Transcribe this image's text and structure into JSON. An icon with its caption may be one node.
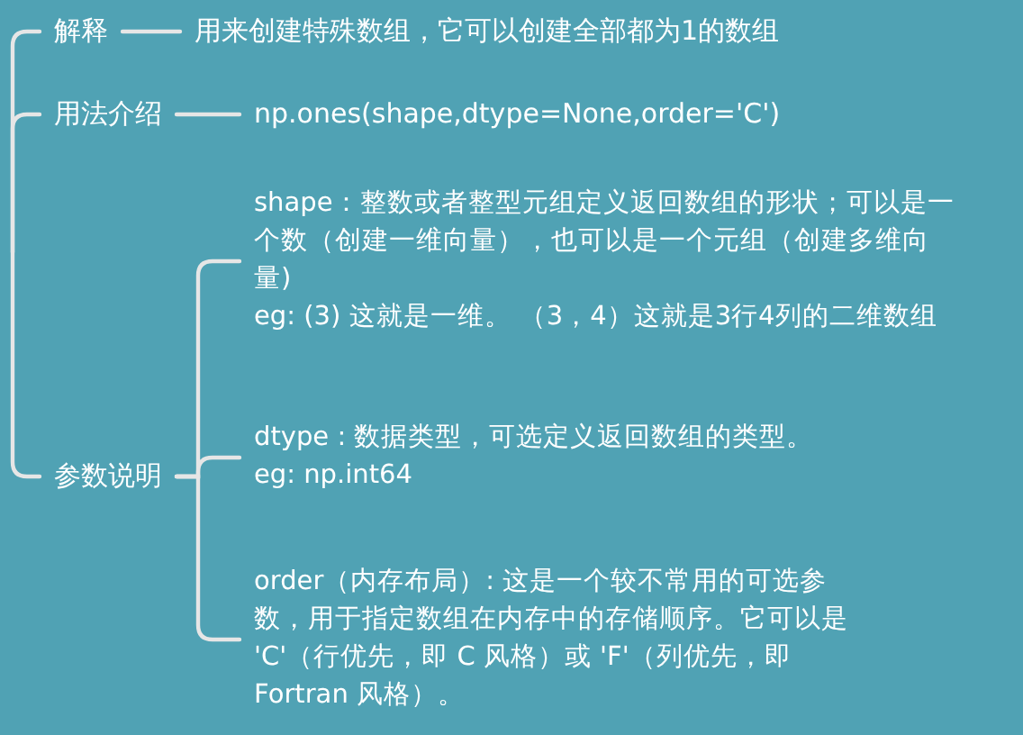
{
  "diagram": {
    "nodes": [
      {
        "text": [
          "解释"
        ]
      },
      {
        "text": [
          "用来创建特殊数组，它可以创建全部都为1的数组"
        ]
      },
      {
        "text": [
          "用法介绍"
        ]
      },
      {
        "text": [
          "np.ones(shape,dtype=None,order='C')"
        ]
      },
      {
        "text": [
          "参数说明"
        ]
      },
      {
        "text": [
          "shape：整数或者整型元组定义返回数组的形状；可以是一个数（创建一维向量），也可以是一个元组（创建多维向量)",
          "eg: (3) 这就是一维。 （3，4）这就是3行4列的二维数组"
        ]
      },
      {
        "text": [
          "dtype : 数据类型，可选定义返回数组的类型。",
          "eg: np.int64"
        ]
      },
      {
        "text": [
          "order（内存布局）: 这是一个较不常用的可选参数，用于指定数组在内存中的存储顺序。它可以是 'C'（行优先，即 C 风格）或 'F'（列优先，即 Fortran 风格）。"
        ]
      }
    ],
    "edges": [
      {
        "from": null,
        "to": 0,
        "arrow": "none"
      },
      {
        "from": null,
        "to": 2,
        "arrow": "none"
      },
      {
        "from": null,
        "to": 4,
        "arrow": "none"
      },
      {
        "from": 0,
        "to": 1,
        "arrow": "none"
      },
      {
        "from": 2,
        "to": 3,
        "arrow": "none"
      },
      {
        "from": 4,
        "to": 5,
        "arrow": "none"
      },
      {
        "from": 4,
        "to": 6,
        "arrow": "none"
      },
      {
        "from": 4,
        "to": 7,
        "arrow": "none"
      }
    ]
  }
}
